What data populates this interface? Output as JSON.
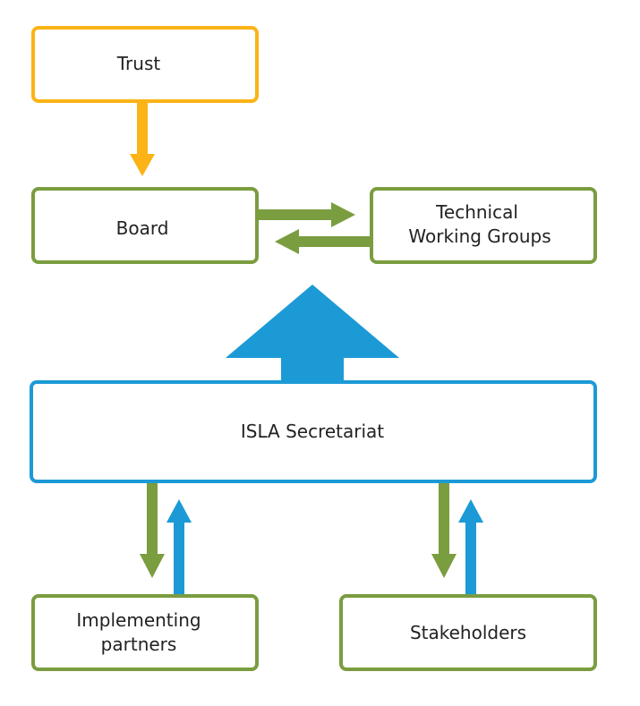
{
  "colors": {
    "trust": "#FBB316",
    "green": "#7A9D3F",
    "blue": "#1C9AD6",
    "text": "#222222",
    "background": "#FFFFFF"
  },
  "nodes": {
    "trust": {
      "label": "Trust"
    },
    "board": {
      "label": "Board"
    },
    "technical_working_groups": {
      "label_line1": "Technical",
      "label_line2": "Working Groups"
    },
    "isla_secretariat": {
      "label": "ISLA Secretariat"
    },
    "implementing_partners": {
      "label_line1": "Implementing",
      "label_line2": "partners"
    },
    "stakeholders": {
      "label": "Stakeholders"
    }
  },
  "edges": [
    {
      "from": "trust",
      "to": "board",
      "color": "trust"
    },
    {
      "from": "board",
      "to": "technical_working_groups",
      "color": "green"
    },
    {
      "from": "technical_working_groups",
      "to": "board",
      "color": "green"
    },
    {
      "from": "isla_secretariat",
      "to": "board",
      "color": "blue"
    },
    {
      "from": "isla_secretariat",
      "to": "implementing_partners",
      "color": "green"
    },
    {
      "from": "implementing_partners",
      "to": "isla_secretariat",
      "color": "blue"
    },
    {
      "from": "isla_secretariat",
      "to": "stakeholders",
      "color": "green"
    },
    {
      "from": "stakeholders",
      "to": "isla_secretariat",
      "color": "blue"
    }
  ]
}
